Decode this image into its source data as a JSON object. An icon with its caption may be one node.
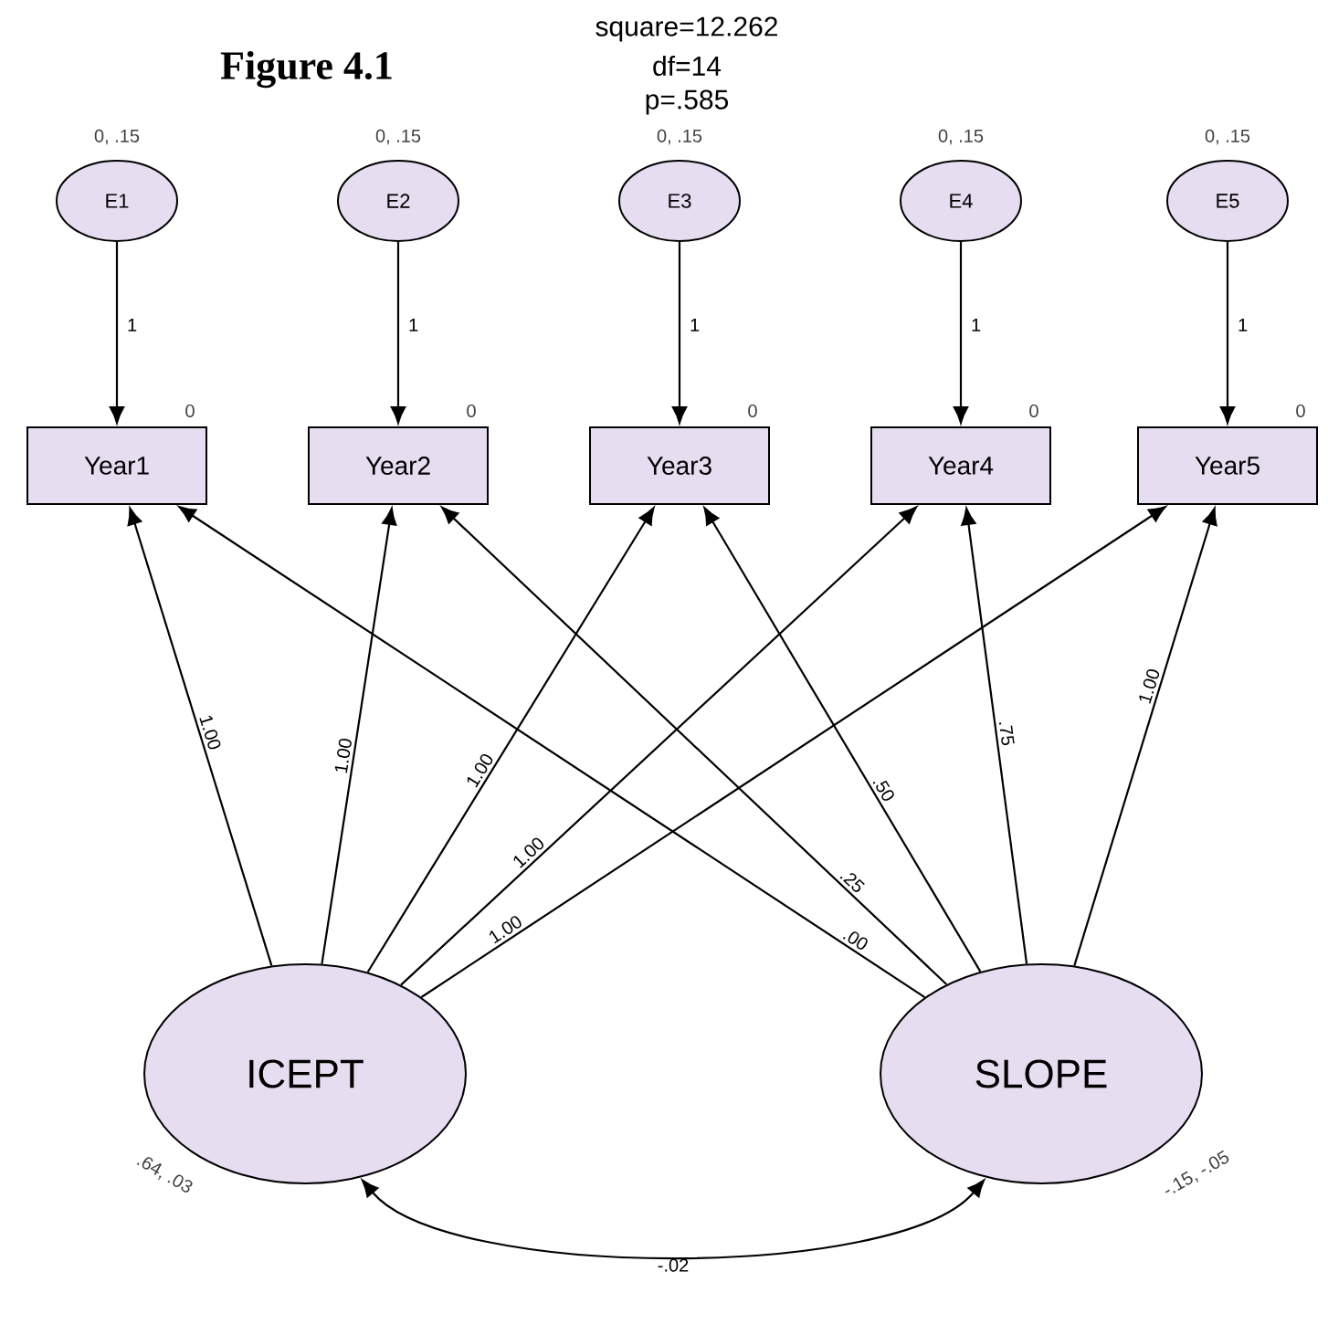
{
  "diagram": {
    "title": "Figure 4.1",
    "nodes": [
      {
        "text": [
          "E1"
        ],
        "beside": [
          "0, .15"
        ]
      },
      {
        "text": [
          "E2"
        ],
        "beside": [
          "0, .15"
        ]
      },
      {
        "text": [
          "E3"
        ],
        "beside": [
          "0, .15"
        ]
      },
      {
        "text": [
          "E4"
        ],
        "beside": [
          "0, .15"
        ]
      },
      {
        "text": [
          "E5"
        ],
        "beside": [
          "0, .15"
        ]
      },
      {
        "text": [
          "Year1"
        ],
        "beside": [
          "0"
        ]
      },
      {
        "text": [
          "Year2"
        ],
        "beside": [
          "0"
        ]
      },
      {
        "text": [
          "Year3"
        ],
        "beside": [
          "0"
        ]
      },
      {
        "text": [
          "Year4"
        ],
        "beside": [
          "0"
        ]
      },
      {
        "text": [
          "Year5"
        ],
        "beside": [
          "0"
        ]
      },
      {
        "text": [
          "ICEPT"
        ],
        "beside": [
          ".64, .03"
        ]
      },
      {
        "text": [
          "SLOPE"
        ],
        "beside": [
          "-.15, -.05"
        ]
      }
    ],
    "edges": [
      {
        "from": 0,
        "to": 5,
        "arrow": "to",
        "label": "1"
      },
      {
        "from": 1,
        "to": 6,
        "arrow": "to",
        "label": "1"
      },
      {
        "from": 2,
        "to": 7,
        "arrow": "to",
        "label": "1"
      },
      {
        "from": 3,
        "to": 8,
        "arrow": "to",
        "label": "1"
      },
      {
        "from": 4,
        "to": 9,
        "arrow": "to",
        "label": "1"
      },
      {
        "from": 10,
        "to": 5,
        "arrow": "to",
        "label": "1.00"
      },
      {
        "from": 10,
        "to": 6,
        "arrow": "to",
        "label": "1.00"
      },
      {
        "from": 10,
        "to": 7,
        "arrow": "to",
        "label": "1.00"
      },
      {
        "from": 10,
        "to": 8,
        "arrow": "to",
        "label": "1.00"
      },
      {
        "from": 10,
        "to": 9,
        "arrow": "to",
        "label": "1.00"
      },
      {
        "from": 11,
        "to": 5,
        "arrow": "to",
        "label": ".00"
      },
      {
        "from": 11,
        "to": 6,
        "arrow": "to",
        "label": ".25"
      },
      {
        "from": 11,
        "to": 7,
        "arrow": "to",
        "label": ".50"
      },
      {
        "from": 11,
        "to": 8,
        "arrow": "to",
        "label": ".75"
      },
      {
        "from": 11,
        "to": 9,
        "arrow": "to",
        "label": "1.00"
      },
      {
        "from": 10,
        "to": 11,
        "arrow": "both",
        "label": "-.02"
      }
    ],
    "labels": [
      "square=12.262",
      "df=14",
      "p=.585"
    ]
  }
}
